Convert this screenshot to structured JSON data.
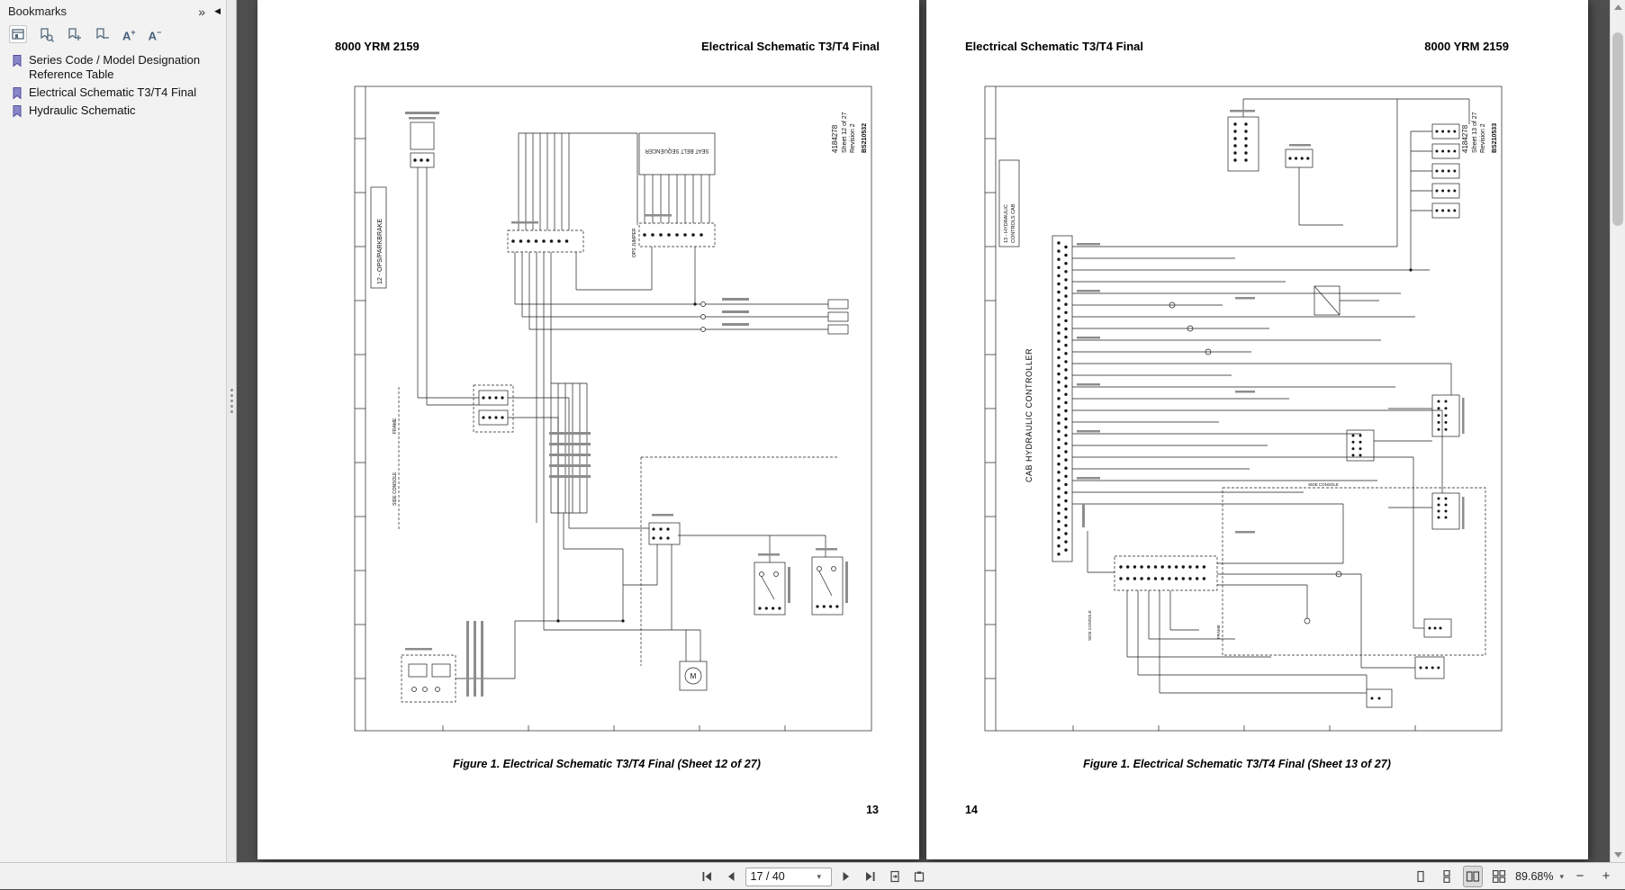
{
  "sidebar": {
    "title": "Bookmarks",
    "items": [
      {
        "label": "Series Code / Model Designation Reference Table"
      },
      {
        "label": "Electrical Schematic T3/T4 Final"
      },
      {
        "label": "Hydraulic Schematic"
      }
    ]
  },
  "icons": {
    "chevrons": "»",
    "left_triangle": "◀",
    "caret_down": "▾",
    "letter_A": "A",
    "plus": "+",
    "minus": "−"
  },
  "toolbar": {
    "page_field": "17 / 40",
    "zoom_level": "89.68%"
  },
  "pages": {
    "left": {
      "header_left": "8000 YRM 2159",
      "header_right": "Electrical Schematic T3/T4 Final",
      "caption": "Figure 1. Electrical Schematic T3/T4 Final (Sheet 12 of 27)",
      "page_number": "13",
      "schematic": {
        "section_label": "12 - OPS/PARKBRAKE",
        "doc_number": "4184278",
        "sheet": "Sheet 12 of 27",
        "revision": "Revision 2",
        "code": "BS210532",
        "seat_belt_sequencer": "SEAT BELT SEQUENCER",
        "ops_jumper": "OPS JUMPER",
        "frame": "FRAME",
        "side_console": "SIDE CONSOLE",
        "motor": "M"
      }
    },
    "right": {
      "header_left": "Electrical Schematic T3/T4 Final",
      "header_right": "8000 YRM 2159",
      "caption": "Figure 1. Electrical Schematic T3/T4 Final (Sheet 13 of 27)",
      "page_number": "14",
      "schematic": {
        "section_label_line1": "13 - HYDRAULIC",
        "section_label_line2": "CONTROLS CAB",
        "controller": "CAB HYDRAULIC CONTROLLER",
        "doc_number": "4184278",
        "sheet": "Sheet 13 of 27",
        "revision": "Revision 2",
        "code": "BS210533",
        "side_console": "SIDE CONSOLE",
        "frame": "FRAME"
      }
    }
  }
}
